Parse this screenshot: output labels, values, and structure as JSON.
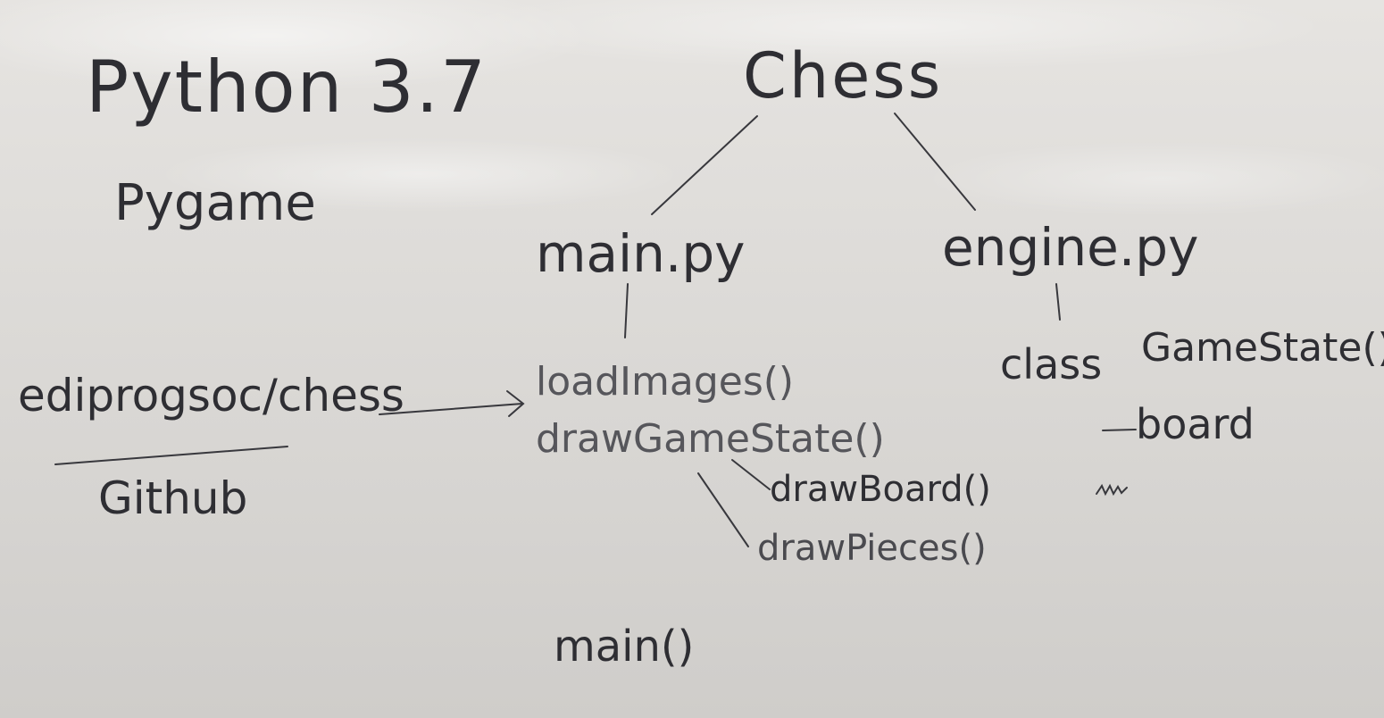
{
  "whiteboard": {
    "left": {
      "python_version": "Python 3.7",
      "library": "Pygame",
      "repo": "ediprogsoc/chess",
      "host": "Github"
    },
    "tree": {
      "root": "Chess",
      "main_file": "main.py",
      "engine_file": "engine.py",
      "main_functions": {
        "load_images": "loadImages()",
        "draw_game_state": "drawGameState()",
        "draw_board": "drawBoard()",
        "draw_pieces": "drawPieces()",
        "main": "main()"
      },
      "engine_class": {
        "keyword": "class",
        "name": "GameState()",
        "attribute": "board"
      }
    }
  }
}
